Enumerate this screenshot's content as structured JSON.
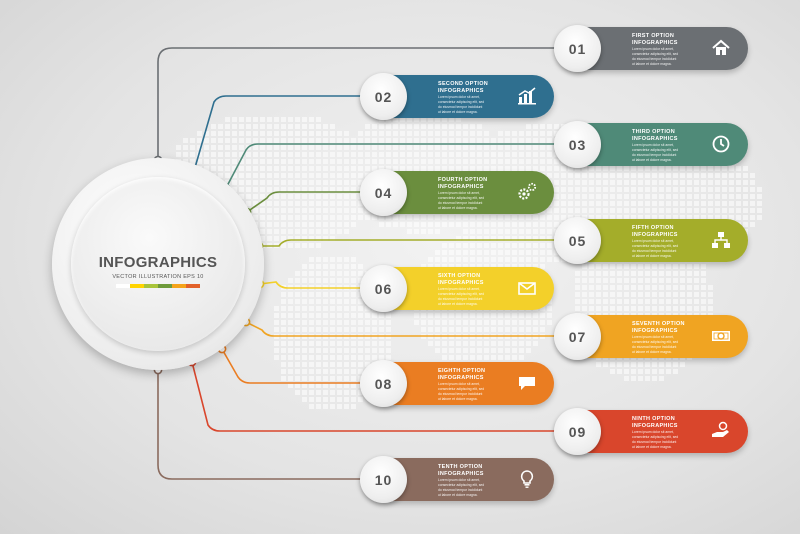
{
  "hub": {
    "title": "INFOGRAPHICS",
    "subtitle": "VECTOR ILLUSTRATION EPS 10",
    "bar_colors": [
      "#ffffff",
      "#ffd400",
      "#a8c43a",
      "#6e9a3a",
      "#f5a31a",
      "#e2612a"
    ]
  },
  "options": [
    {
      "num": "01",
      "title": "FIRST OPTION\nINFOGRAPHICS",
      "desc": "Lorem ipsum dolor sit amet,\nconsectetur adipiscing elit, sed\ndo eiusmod tempor incididunt\nut labore et dolore magna.",
      "color": "#6b6f73",
      "icon": "home-icon"
    },
    {
      "num": "02",
      "title": "SECOND OPTION\nINFOGRAPHICS",
      "desc": "Lorem ipsum dolor sit amet,\nconsectetur adipiscing elit, sed\ndo eiusmod tempor incididunt\nut labore et dolore magna.",
      "color": "#2f6f8f",
      "icon": "bar-chart-icon"
    },
    {
      "num": "03",
      "title": "THIRD OPTION\nINFOGRAPHICS",
      "desc": "Lorem ipsum dolor sit amet,\nconsectetur adipiscing elit, sed\ndo eiusmod tempor incididunt\nut labore et dolore magna.",
      "color": "#4f8a78",
      "icon": "clock-icon"
    },
    {
      "num": "04",
      "title": "FOURTH OPTION\nINFOGRAPHICS",
      "desc": "Lorem ipsum dolor sit amet,\nconsectetur adipiscing elit, sed\ndo eiusmod tempor incididunt\nut labore et dolore magna.",
      "color": "#6b8e3e",
      "icon": "gears-icon"
    },
    {
      "num": "05",
      "title": "FIFTH OPTION\nINFOGRAPHICS",
      "desc": "Lorem ipsum dolor sit amet,\nconsectetur adipiscing elit, sed\ndo eiusmod tempor incididunt\nut labore et dolore magna.",
      "color": "#a4ad2a",
      "icon": "hierarchy-icon"
    },
    {
      "num": "06",
      "title": "SIXTH OPTION\nINFOGRAPHICS",
      "desc": "Lorem ipsum dolor sit amet,\nconsectetur adipiscing elit, sed\ndo eiusmod tempor incididunt\nut labore et dolore magna.",
      "color": "#f3d02a",
      "icon": "envelope-icon"
    },
    {
      "num": "07",
      "title": "SEVENTH OPTION\nINFOGRAPHICS",
      "desc": "Lorem ipsum dolor sit amet,\nconsectetur adipiscing elit, sed\ndo eiusmod tempor incididunt\nut labore et dolore magna.",
      "color": "#f0a422",
      "icon": "money-icon"
    },
    {
      "num": "08",
      "title": "EIGHTH OPTION\nINFOGRAPHICS",
      "desc": "Lorem ipsum dolor sit amet,\nconsectetur adipiscing elit, sed\ndo eiusmod tempor incididunt\nut labore et dolore magna.",
      "color": "#ea7d22",
      "icon": "speech-bubble-icon"
    },
    {
      "num": "09",
      "title": "NINTH OPTION\nINFOGRAPHICS",
      "desc": "Lorem ipsum dolor sit amet,\nconsectetur adipiscing elit, sed\ndo eiusmod tempor incididunt\nut labore et dolore magna.",
      "color": "#d9462c",
      "icon": "hand-coin-icon"
    },
    {
      "num": "10",
      "title": "TENTH OPTION\nINFOGRAPHICS",
      "desc": "Lorem ipsum dolor sit amet,\nconsectetur adipiscing elit, sed\ndo eiusmod tempor incididunt\nut labore et dolore magna.",
      "color": "#8a6b5e",
      "icon": "lightbulb-icon"
    }
  ]
}
